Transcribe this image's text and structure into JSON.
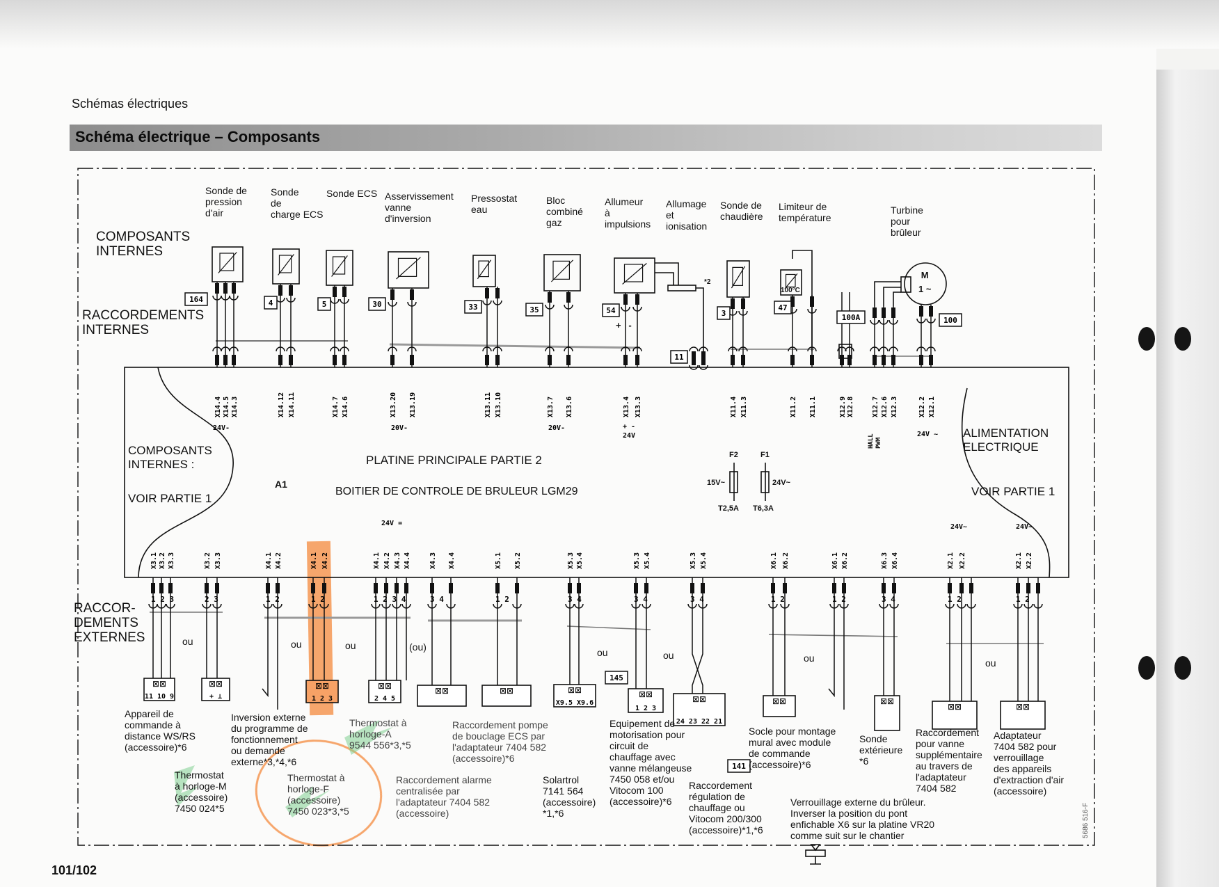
{
  "header": {
    "section": "Schémas électriques",
    "title": "Schéma électrique – Composants"
  },
  "page_number": "101/102",
  "doc_code": "5686 516-F",
  "zones": {
    "internal_components": "COMPOSANTS\nINTERNES",
    "internal_connections": "RACCORDEMENTS\nINTERNES",
    "external_connections": "RACCOR-\nDEMENTS\nEXTERNES"
  },
  "board": {
    "title": "PLATINE PRINCIPALE PARTIE 2",
    "ref": "A1",
    "subtitle": "BOITIER DE CONTROLE DE BRULEUR LGM29",
    "left_note": "COMPOSANTS\nINTERNES :",
    "left_see": "VOIR PARTIE 1",
    "right_note": "ALIMENTATION\nELECTRIQUE",
    "right_see": "VOIR PARTIE 1",
    "fuses": [
      {
        "id": "F2",
        "voltage": "15V~",
        "rating": "T2,5A"
      },
      {
        "id": "F1",
        "voltage": "24V~",
        "rating": "T6,3A"
      }
    ]
  },
  "top_components": [
    {
      "label": "Sonde de\npression\nd'air",
      "badge": "164",
      "pins": [
        "X14.4",
        "X14.5",
        "X14.3"
      ],
      "voltage": "24V-"
    },
    {
      "label": "Sonde\nde\ncharge ECS",
      "badge": "4",
      "pins": [
        "X14.12",
        "X14.11"
      ],
      "voltage": ""
    },
    {
      "label": "Sonde ECS",
      "badge": "5",
      "pins": [
        "X14.7",
        "X14.6"
      ],
      "voltage": ""
    },
    {
      "label": "Asservissement\nvanne\nd'inversion",
      "badge": "30",
      "pins": [
        "X13.20",
        "X13.19"
      ],
      "voltage": "20V-"
    },
    {
      "label": "Pressostat\neau",
      "badge": "33",
      "pins": [
        "X13.11",
        "X13.10"
      ],
      "voltage": ""
    },
    {
      "label": "Bloc\ncombiné\ngaz",
      "badge": "35",
      "pins": [
        "X13.7",
        "X13.6"
      ],
      "voltage": "20V-"
    },
    {
      "label": "Allumeur\nà\nimpulsions",
      "badge": "54",
      "pins": [
        "X13.4",
        "X13.3"
      ],
      "voltage": "+ -\n24V",
      "polarity": "+   -"
    },
    {
      "label": "Allumage\net\nionisation",
      "badge": "11",
      "pins": [],
      "voltage": "",
      "note": "*2"
    },
    {
      "label": "Sonde de\nchaudière",
      "badge": "3",
      "pins": [
        "X11.4",
        "X11.3"
      ],
      "voltage": ""
    },
    {
      "label": "Limiteur de\ntempérature",
      "badge": "47",
      "pins": [
        "X11.2",
        "X11.1"
      ],
      "voltage": "",
      "symbol_text": "100°C"
    },
    {
      "label": "",
      "badge": "100A",
      "pins": [
        "X12.9",
        "X12.8"
      ],
      "voltage": ""
    },
    {
      "label": "Turbine\npour\nbrûleur",
      "badge": "",
      "pins": [
        "X12.7",
        "X12.6",
        "X12.3"
      ],
      "voltage": "HALL\nPWM",
      "motor": "M\n1 ~"
    },
    {
      "label": "",
      "badge": "100",
      "pins": [
        "X12.2",
        "X12.1"
      ],
      "voltage": "24V ~"
    }
  ],
  "bottom_connectors": [
    {
      "pins": [
        "X3.1",
        "X3.2",
        "X3.3"
      ],
      "terminals": "1 2 3",
      "device_terminals": "11 10 9",
      "voltage": ""
    },
    {
      "pins": [
        "X3.2",
        "X3.3"
      ],
      "terminals": "2 3",
      "device_terminals": "+ ⊥",
      "voltage": ""
    },
    {
      "pins": [
        "X4.1",
        "X4.2"
      ],
      "terminals": "1 2",
      "device_terminals": "",
      "voltage": ""
    },
    {
      "pins": [
        "X4.1",
        "X4.2"
      ],
      "terminals": "1 2",
      "device_terminals": "1 2 3",
      "voltage": ""
    },
    {
      "pins": [
        "X4.1",
        "X4.2",
        "X4.3",
        "X4.4"
      ],
      "terminals": "1 2 3 4",
      "device_terminals": "2 4 5",
      "voltage": "24V ="
    },
    {
      "pins": [
        "X4.3",
        "X4.4"
      ],
      "terminals": "3    4",
      "device_terminals": "",
      "voltage": ""
    },
    {
      "pins": [
        "X5.1",
        "X5.2"
      ],
      "terminals": "1    2",
      "device_terminals": "",
      "voltage": ""
    },
    {
      "pins": [
        "X5.3",
        "X5.4"
      ],
      "terminals": "3 4",
      "device_terminals": "X9.5 X9.6",
      "voltage": ""
    },
    {
      "pins": [
        "X5.3",
        "X5.4"
      ],
      "terminals": "3 4",
      "device_terminals": "1 2 3",
      "voltage": "",
      "badge": "145"
    },
    {
      "pins": [
        "X5.3",
        "X5.4"
      ],
      "terminals": "3 4",
      "device_terminals": "24 23 22 21",
      "voltage": "",
      "badge": "141"
    },
    {
      "pins": [
        "X6.1",
        "X6.2"
      ],
      "terminals": "1 2",
      "device_terminals": "",
      "voltage": ""
    },
    {
      "pins": [
        "X6.1",
        "X6.2"
      ],
      "terminals": "1 2",
      "device_terminals": "",
      "voltage": ""
    },
    {
      "pins": [
        "X6.3",
        "X6.4"
      ],
      "terminals": "3 4",
      "device_terminals": "",
      "voltage": ""
    },
    {
      "pins": [
        "X2.1",
        "X2.2"
      ],
      "terminals": "1 2",
      "device_terminals": "",
      "voltage": "24V~"
    },
    {
      "pins": [
        "X2.1",
        "X2.2"
      ],
      "terminals": "1 2",
      "device_terminals": "",
      "voltage": "24V~"
    }
  ],
  "or_labels": [
    "ou",
    "ou",
    "ou",
    "(ou)",
    "ou",
    "ou",
    "ou",
    "ou"
  ],
  "external_devices": [
    {
      "label": "Appareil de\ncommande à\ndistance WS/RS\n(accessoire)*6"
    },
    {
      "label": "Thermostat\nà horloge-M\n(accessoire)\n7450 024*5"
    },
    {
      "label": "Inversion externe\ndu programme de\nfonctionnement\nou demande\nexterne*3,*4,*6"
    },
    {
      "label": "Thermostat à\nhorloge-A\n9544 556*3,*5"
    },
    {
      "label": "Thermostat à\nhorloge-F\n(accessoire)\n7450 023*3,*5"
    },
    {
      "label": "Raccordement pompe\nde bouclage ECS par\nl'adaptateur 7404 582\n(accessoire)*6"
    },
    {
      "label": "Raccordement alarme\ncentralisée par\nl'adaptateur 7404 582\n(accessoire)"
    },
    {
      "label": "Solartrol\n7141 564\n(accessoire)\n*1,*6"
    },
    {
      "label": "Equipement de\nmotorisation pour\ncircuit de\nchauffage avec\nvanne mélangeuse\n7450 058 et/ou\nVitocom 100\n(accessoire)*6"
    },
    {
      "label": "Raccordement\nrégulation de\nchauffage ou\nVitocom 200/300\n(accessoire)*1,*6"
    },
    {
      "label": "Socle pour montage\nmural avec module\nde commande\n(accessoire)*6"
    },
    {
      "label": "Sonde\nextérieure\n*6"
    },
    {
      "label": "Raccordement\npour vanne\nsupplémentaire\nau travers de\nl'adaptateur\n7404 582"
    },
    {
      "label": "Adaptateur\n7404 582 pour\nverrouillage\ndes appareils\nd'extraction d'air\n(accessoire)"
    },
    {
      "label": "Verrouillage externe du brûleur.\nInverser la position du pont\nenfichable X6 sur la platine VR20\ncomme suit sur le chantier"
    }
  ],
  "colors": {
    "highlight_orange": "#f58a3c",
    "highlight_green": "#7fcf8f",
    "title_bar": "#9a9a9a"
  }
}
